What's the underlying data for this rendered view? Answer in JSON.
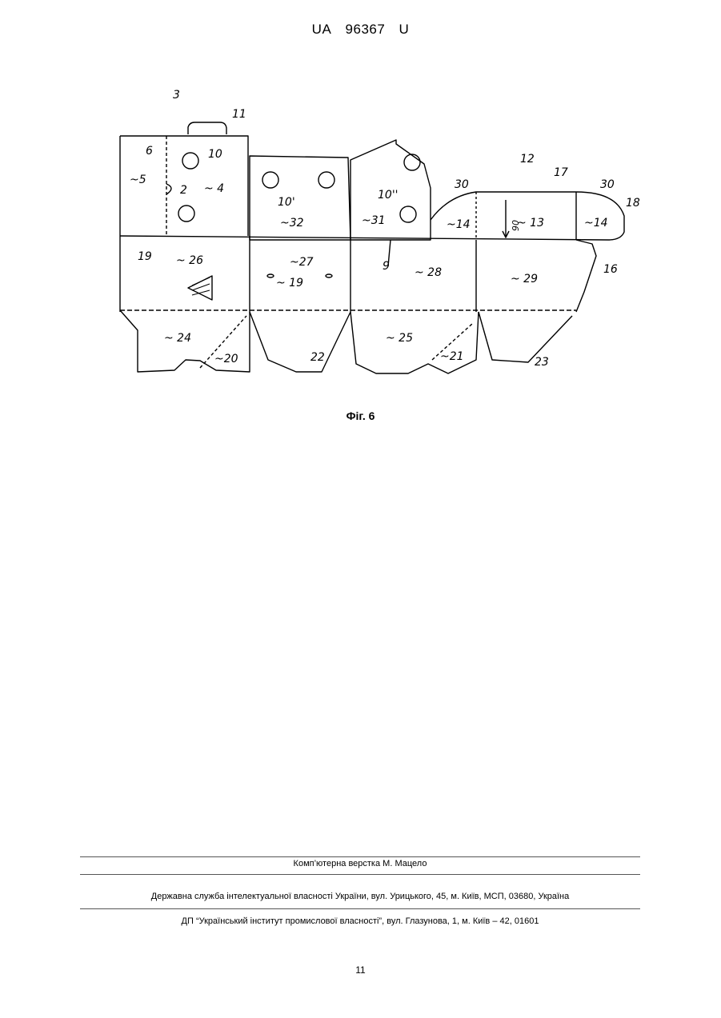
{
  "header": {
    "prefix": "UA",
    "number": "96367",
    "suffix": "U"
  },
  "figure": {
    "caption": "Фіг. 6",
    "labels": {
      "l3": "3",
      "l11": "11",
      "l6": "6",
      "l10": "10",
      "l5": "~5",
      "l4": "~ 4",
      "l2": "2",
      "l10b": "10'",
      "l10c": "10''",
      "l32": "~32",
      "l31": "~31",
      "l30a": "30",
      "l30b": "30",
      "l12": "12",
      "l17": "17",
      "l18": "18",
      "l14a": "~14",
      "l13": "~ 13",
      "l14b": "~14",
      "l06": "06",
      "l19a": "19",
      "l26": "~ 26",
      "l27": "~27",
      "l19b": "~ 19",
      "l9": "9",
      "l28": "~ 28",
      "l29": "~ 29",
      "l16": "16",
      "l24": "~ 24",
      "l20": "~20",
      "l22": "22",
      "l25": "~ 25",
      "l21": "~21",
      "l23": "23"
    }
  },
  "footer": {
    "line1": "Комп’ютерна верстка М. Мацело",
    "line2": "Державна служба інтелектуальної власності України, вул. Урицького, 45, м. Київ, МСП, 03680, Україна",
    "line3": "ДП “Український інститут промислової власності”, вул. Глазунова, 1, м. Київ – 42, 01601"
  },
  "page_number": "11"
}
